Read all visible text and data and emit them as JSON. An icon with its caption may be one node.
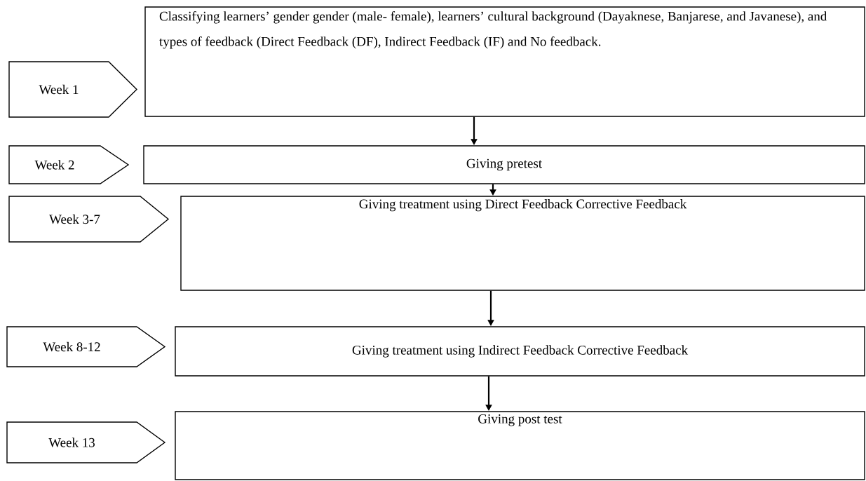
{
  "diagram": {
    "nodes": [
      {
        "text": [
          "Week 1"
        ]
      },
      {
        "text": [
          "Classifying learners’ gender gender (male- female), learners’ cultural background (Dayaknese, Banjarese, and Javanese), and types of feedback (Direct Feedback (DF), Indirect Feedback (IF) and No feedback."
        ]
      },
      {
        "text": [
          "Week 2"
        ]
      },
      {
        "text": [
          "Giving pretest"
        ]
      },
      {
        "text": [
          "Week 3-7"
        ]
      },
      {
        "text": [
          "Giving treatment using Direct Feedback Corrective Feedback"
        ]
      },
      {
        "text": [
          "Week 8-12"
        ]
      },
      {
        "text": [
          "Giving treatment using Indirect Feedback Corrective Feedback"
        ]
      },
      {
        "text": [
          "Week 13"
        ]
      },
      {
        "text": [
          "Giving post test"
        ]
      }
    ],
    "edges": [
      {
        "from": 1,
        "to": 3,
        "arrow": "to"
      },
      {
        "from": 3,
        "to": 5,
        "arrow": "to"
      },
      {
        "from": 5,
        "to": 7,
        "arrow": "to"
      },
      {
        "from": 7,
        "to": 9,
        "arrow": "to"
      }
    ]
  }
}
